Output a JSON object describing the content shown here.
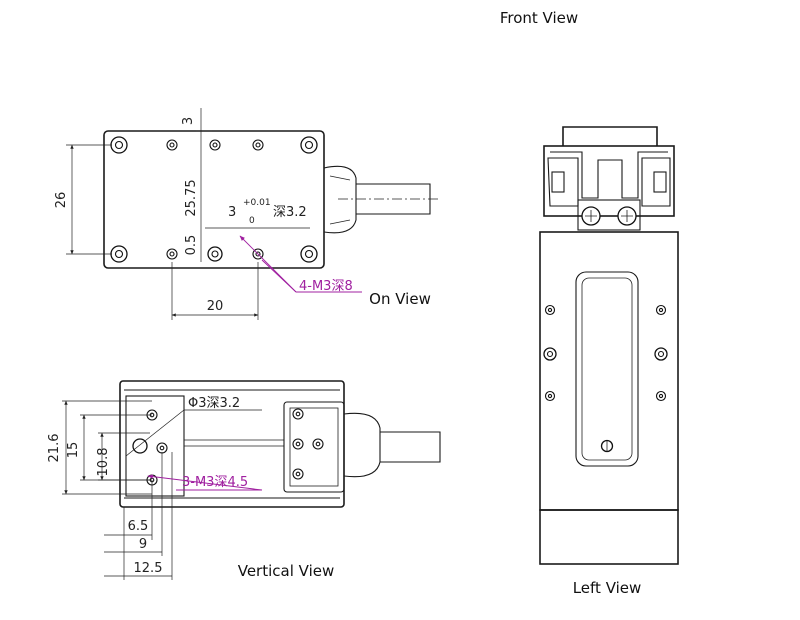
{
  "captions": {
    "front": "Front View",
    "on": "On View",
    "vertical": "Vertical View",
    "left": "Left View"
  },
  "on_view": {
    "dim_26": "26",
    "dim_3": "3",
    "dim_25_75": "25.75",
    "dim_0_5": "0.5",
    "dim_20": "20",
    "bore_dia": "3",
    "bore_tol_upper": "+0.01",
    "bore_tol_lower": "0",
    "bore_depth": "深3.2",
    "callout_tapped": "4-M3深8"
  },
  "vertical_view": {
    "dim_21_6": "21.6",
    "dim_15": "15",
    "dim_10_8": "10.8",
    "dim_6_5": "6.5",
    "dim_9": "9",
    "dim_12_5": "12.5",
    "callout_bore": "Φ3深3.2",
    "callout_tapped": "3-M3深4.5"
  },
  "colors": {
    "outline": "#1a1a1a",
    "annotation": "#a020a0"
  }
}
